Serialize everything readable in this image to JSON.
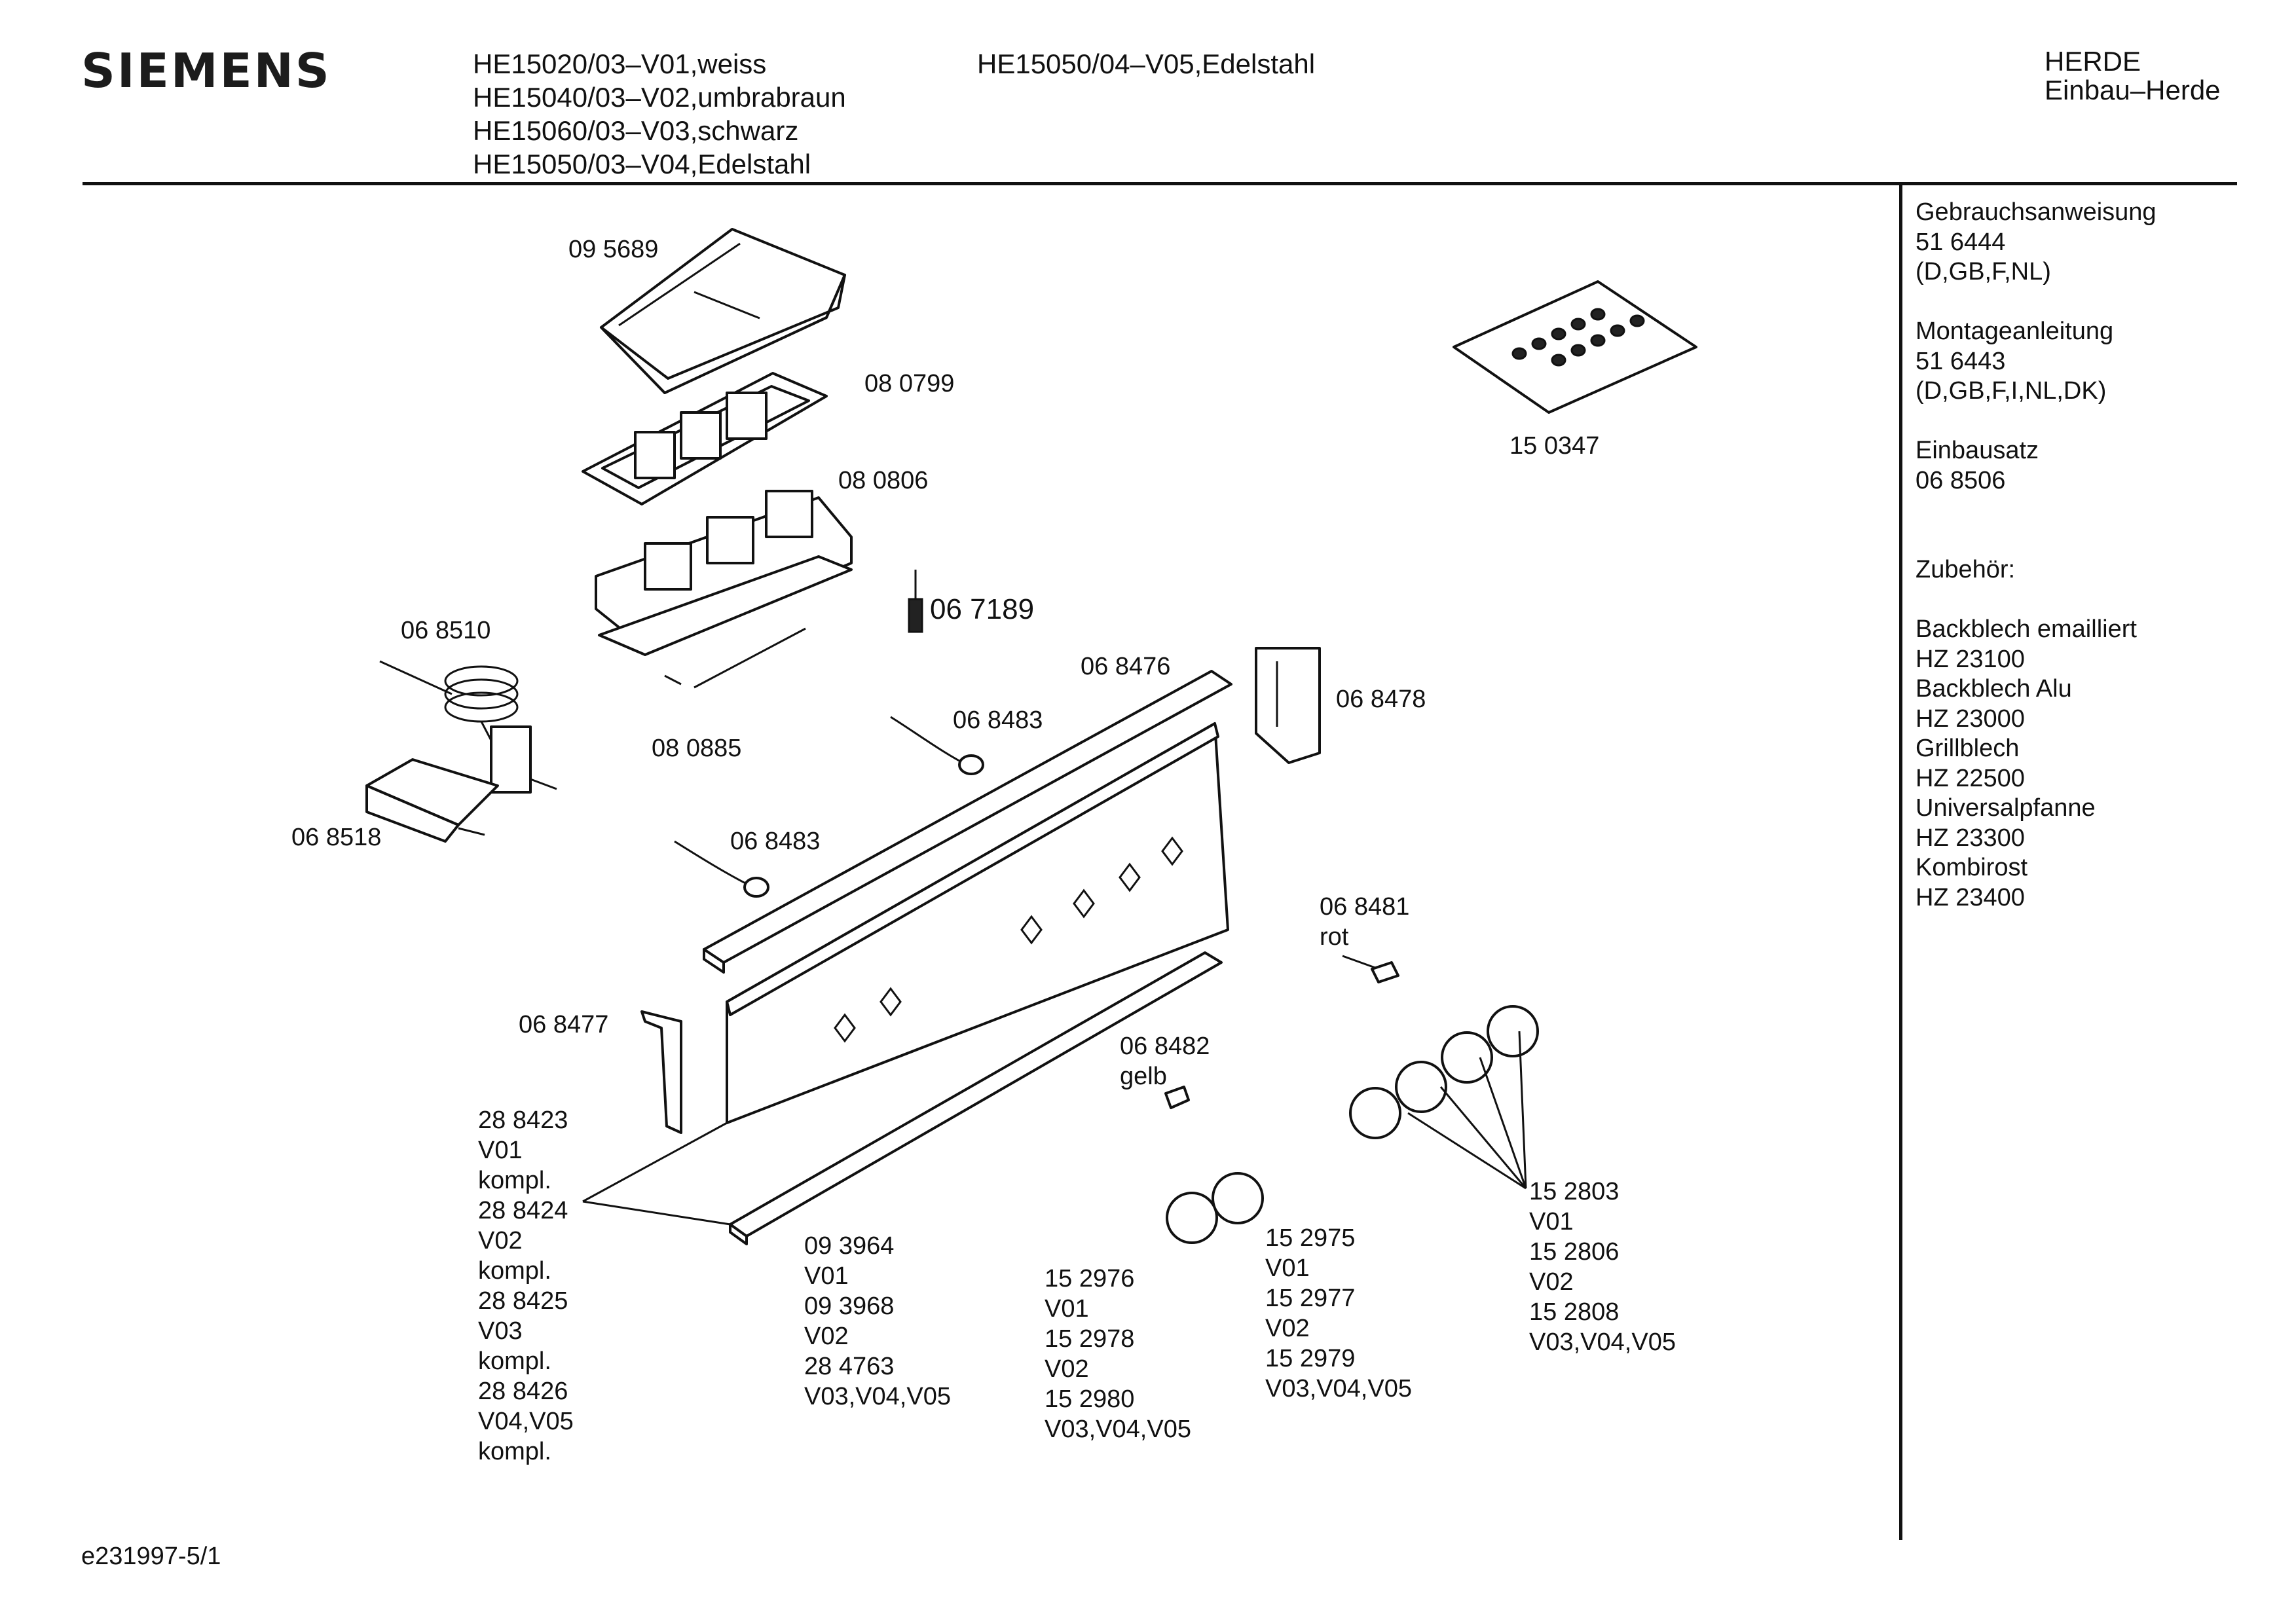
{
  "header": {
    "brand": "SIEMENS",
    "models_left": [
      "HE15020/03–V01,weiss",
      "HE15040/03–V02,umbrabraun",
      "HE15060/03–V03,schwarz",
      "HE15050/03–V04,Edelstahl"
    ],
    "models_right": [
      "HE15050/04–V05,Edelstahl"
    ],
    "category": [
      "HERDE",
      "Einbau–Herde"
    ]
  },
  "sidebar": [
    "Gebrauchsanweisung",
    "51 6444",
    "(D,GB,F,NL)",
    "",
    "Montageanleitung",
    "51 6443",
    "(D,GB,F,I,NL,DK)",
    "",
    "Einbausatz",
    "06 8506",
    "",
    "",
    "Zubehör:",
    "",
    "Backblech emailliert",
    "HZ 23100",
    "Backblech Alu",
    "HZ 23000",
    "Grillblech",
    "HZ 22500",
    "Universalpfanne",
    "HZ 23300",
    "Kombirost",
    "HZ 23400"
  ],
  "parts": {
    "p095689": "09 5689",
    "p080799": "08 0799",
    "p080806": "08 0806",
    "p067189": "06 7189",
    "p080885": "08 0885",
    "p068510": "06 8510",
    "p068518": "06 8518",
    "p068476": "06 8476",
    "p068478": "06 8478",
    "p068483a": "06 8483",
    "p068483b": "06 8483",
    "p150347": "15 0347",
    "p068481": [
      "06 8481",
      "rot"
    ],
    "p068477": "06 8477",
    "p068482": [
      "06 8482",
      "gelb"
    ],
    "group_panel": [
      "28 8423",
      "V01",
      "kompl.",
      "28 8424",
      "V02",
      "kompl.",
      "28 8425",
      "V03",
      "kompl.",
      "28 8426",
      "V04,V05",
      "kompl."
    ],
    "group_strip": [
      "09 3964",
      "V01",
      "09 3968",
      "V02",
      "28 4763",
      "V03,V04,V05"
    ],
    "group_knob_a": [
      "15 2976",
      "V01",
      "15 2978",
      "V02",
      "15 2980",
      "V03,V04,V05"
    ],
    "group_knob_b": [
      "15 2975",
      "V01",
      "15 2977",
      "V02",
      "15 2979",
      "V03,V04,V05"
    ],
    "group_knob_c": [
      "15 2803",
      "V01",
      "15 2806",
      "V02",
      "15 2808",
      "V03,V04,V05"
    ]
  },
  "footer": {
    "doc_id": "e231997-5/1"
  }
}
